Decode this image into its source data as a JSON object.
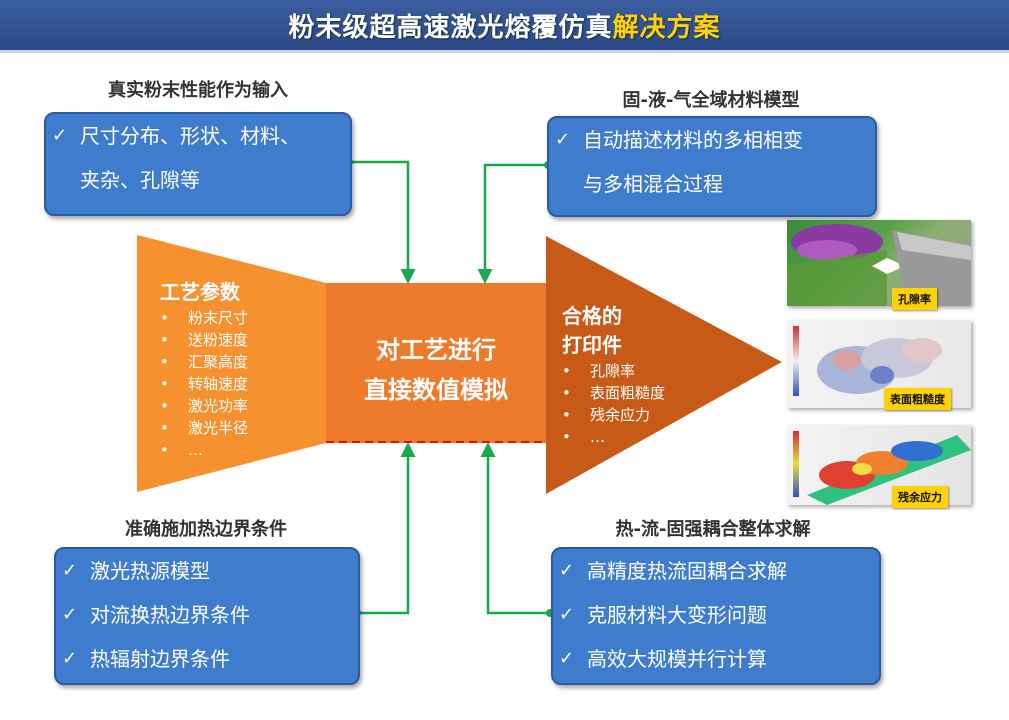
{
  "header": {
    "title_main": "粉末级超高速激光熔覆仿真",
    "title_highlight": "解决方案"
  },
  "top_left": {
    "title": "真实粉末性能作为输入",
    "line1": "尺寸分布、形状、材料、",
    "line2": "夹杂、孔隙等"
  },
  "top_right": {
    "title": "固-液-气全域材料模型",
    "line1": "自动描述材料的多相相变",
    "line2": "与多相混合过程"
  },
  "bottom_left": {
    "title": "准确施加热边界条件",
    "items": [
      "激光热源模型",
      "对流换热边界条件",
      "热辐射边界条件"
    ]
  },
  "bottom_right": {
    "title": "热-流-固强耦合整体求解",
    "items": [
      "高精度热流固耦合求解",
      "克服材料大变形问题",
      "高效大规模并行计算"
    ]
  },
  "input": {
    "title": "工艺参数",
    "items": [
      "粉末尺寸",
      "送粉速度",
      "汇聚高度",
      "转轴速度",
      "激光功率",
      "激光半径",
      "…"
    ]
  },
  "center": {
    "line1": "对工艺进行",
    "line2": "直接数值模拟"
  },
  "output": {
    "title1": "合格的",
    "title2": "打印件",
    "items": [
      "孔隙率",
      "表面粗糙度",
      "残余应力",
      "…"
    ]
  },
  "results": {
    "porosity": "孔隙率",
    "roughness": "表面粗糙度",
    "stress": "残余应力"
  },
  "colors": {
    "banner": "#2b4a86",
    "box": "#3f7ccd",
    "connector": "#19a84a",
    "input_orange": "#f6912f",
    "center_orange": "#ee7a2c",
    "output_orange": "#c85a17",
    "caption": "#ffd200"
  }
}
